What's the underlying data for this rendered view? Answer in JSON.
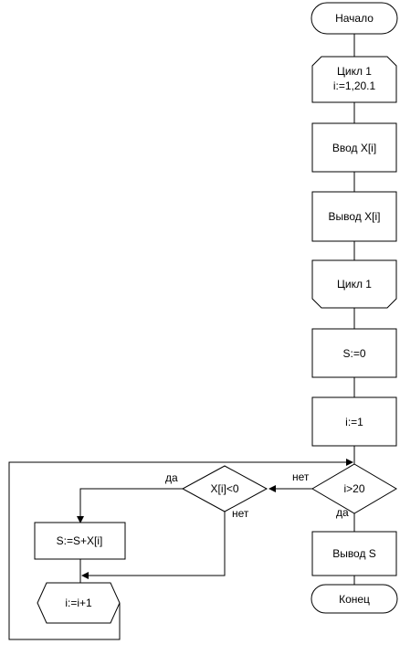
{
  "flowchart": {
    "start": "Начало",
    "loop_open_line1": "Цикл 1",
    "loop_open_line2": "i:=1,20.1",
    "input": "Ввод X[i]",
    "output_x": "Вывод X[i]",
    "loop_close": "Цикл 1",
    "init_s": "S:=0",
    "init_i": "i:=1",
    "cond_i": "i>20",
    "cond_x": "X[i]<0",
    "sum": "S:=S+X[i]",
    "increment": "i:=i+1",
    "output_s": "Вывод S",
    "end": "Конец",
    "labels": {
      "no_right": "нет",
      "yes_left": "да",
      "no_down": "нет",
      "yes_down": "да"
    }
  }
}
